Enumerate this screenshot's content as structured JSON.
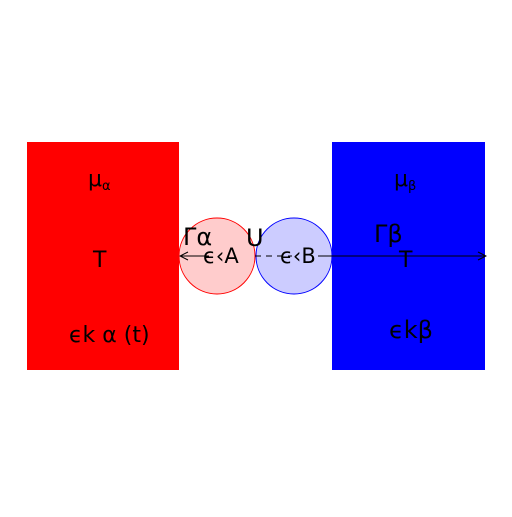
{
  "left_lead": {
    "color": "#ff0000",
    "chemical_potential": "μ",
    "chemical_potential_sub": "α",
    "temperature": "T",
    "energy": "ϵk α (t)"
  },
  "right_lead": {
    "color": "#0000ff",
    "chemical_potential": "μ",
    "chemical_potential_sub": "β",
    "temperature": "T",
    "energy": "ϵkβ"
  },
  "dot_a": {
    "label": "ϵ‹A",
    "fill": "#ffcccc",
    "stroke": "#ff0000"
  },
  "dot_b": {
    "label": "ϵ‹B",
    "fill": "#ccccff",
    "stroke": "#0000ff"
  },
  "couplings": {
    "left": "Γα",
    "right": "Γβ",
    "interaction": "U"
  }
}
